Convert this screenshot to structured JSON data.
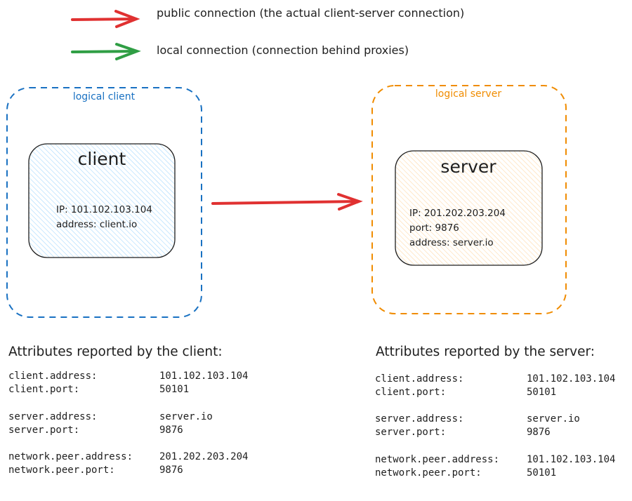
{
  "colors": {
    "public": "#e03131",
    "local": "#2f9e44",
    "client": "#1971c2",
    "server": "#f08c00",
    "client_fill": "#a5d8ff",
    "server_fill": "#ffd8a8"
  },
  "legend": {
    "public": "public connection (the actual client-server connection)",
    "local": "local connection (connection behind proxies)"
  },
  "client": {
    "group_label": "logical client",
    "title": "client",
    "ip": "IP: 101.102.103.104",
    "address": "address: client.io"
  },
  "server": {
    "group_label": "logical server",
    "title": "server",
    "ip": "IP: 201.202.203.204",
    "port": "port: 9876",
    "address": "address: server.io"
  },
  "client_attributes": {
    "heading": "Attributes reported by the client:",
    "rows": [
      {
        "key": "client.address:",
        "value": "101.102.103.104"
      },
      {
        "key": "client.port:",
        "value": "50101"
      },
      {
        "key": "server.address:",
        "value": "server.io"
      },
      {
        "key": "server.port:",
        "value": "9876"
      },
      {
        "key": "network.peer.address:",
        "value": "201.202.203.204"
      },
      {
        "key": "network.peer.port:",
        "value": "9876"
      }
    ]
  },
  "server_attributes": {
    "heading": "Attributes reported by the server:",
    "rows": [
      {
        "key": "client.address:",
        "value": "101.102.103.104"
      },
      {
        "key": "client.port:",
        "value": "50101"
      },
      {
        "key": "server.address:",
        "value": "server.io"
      },
      {
        "key": "server.port:",
        "value": "9876"
      },
      {
        "key": "network.peer.address:",
        "value": "101.102.103.104"
      },
      {
        "key": "network.peer.port:",
        "value": "50101"
      }
    ]
  }
}
